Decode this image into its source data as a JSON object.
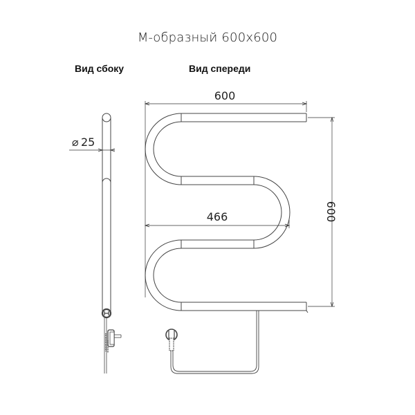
{
  "title": "М-образный 600х600",
  "views": {
    "side": {
      "label": "Вид сбоку"
    },
    "front": {
      "label": "Вид спереди"
    }
  },
  "dimensions": {
    "width": "600",
    "inner_width": "466",
    "height": "600",
    "diameter": "25",
    "diameter_symbol": "⌀"
  },
  "colors": {
    "line": "#333333",
    "tube": "#ffffff"
  }
}
